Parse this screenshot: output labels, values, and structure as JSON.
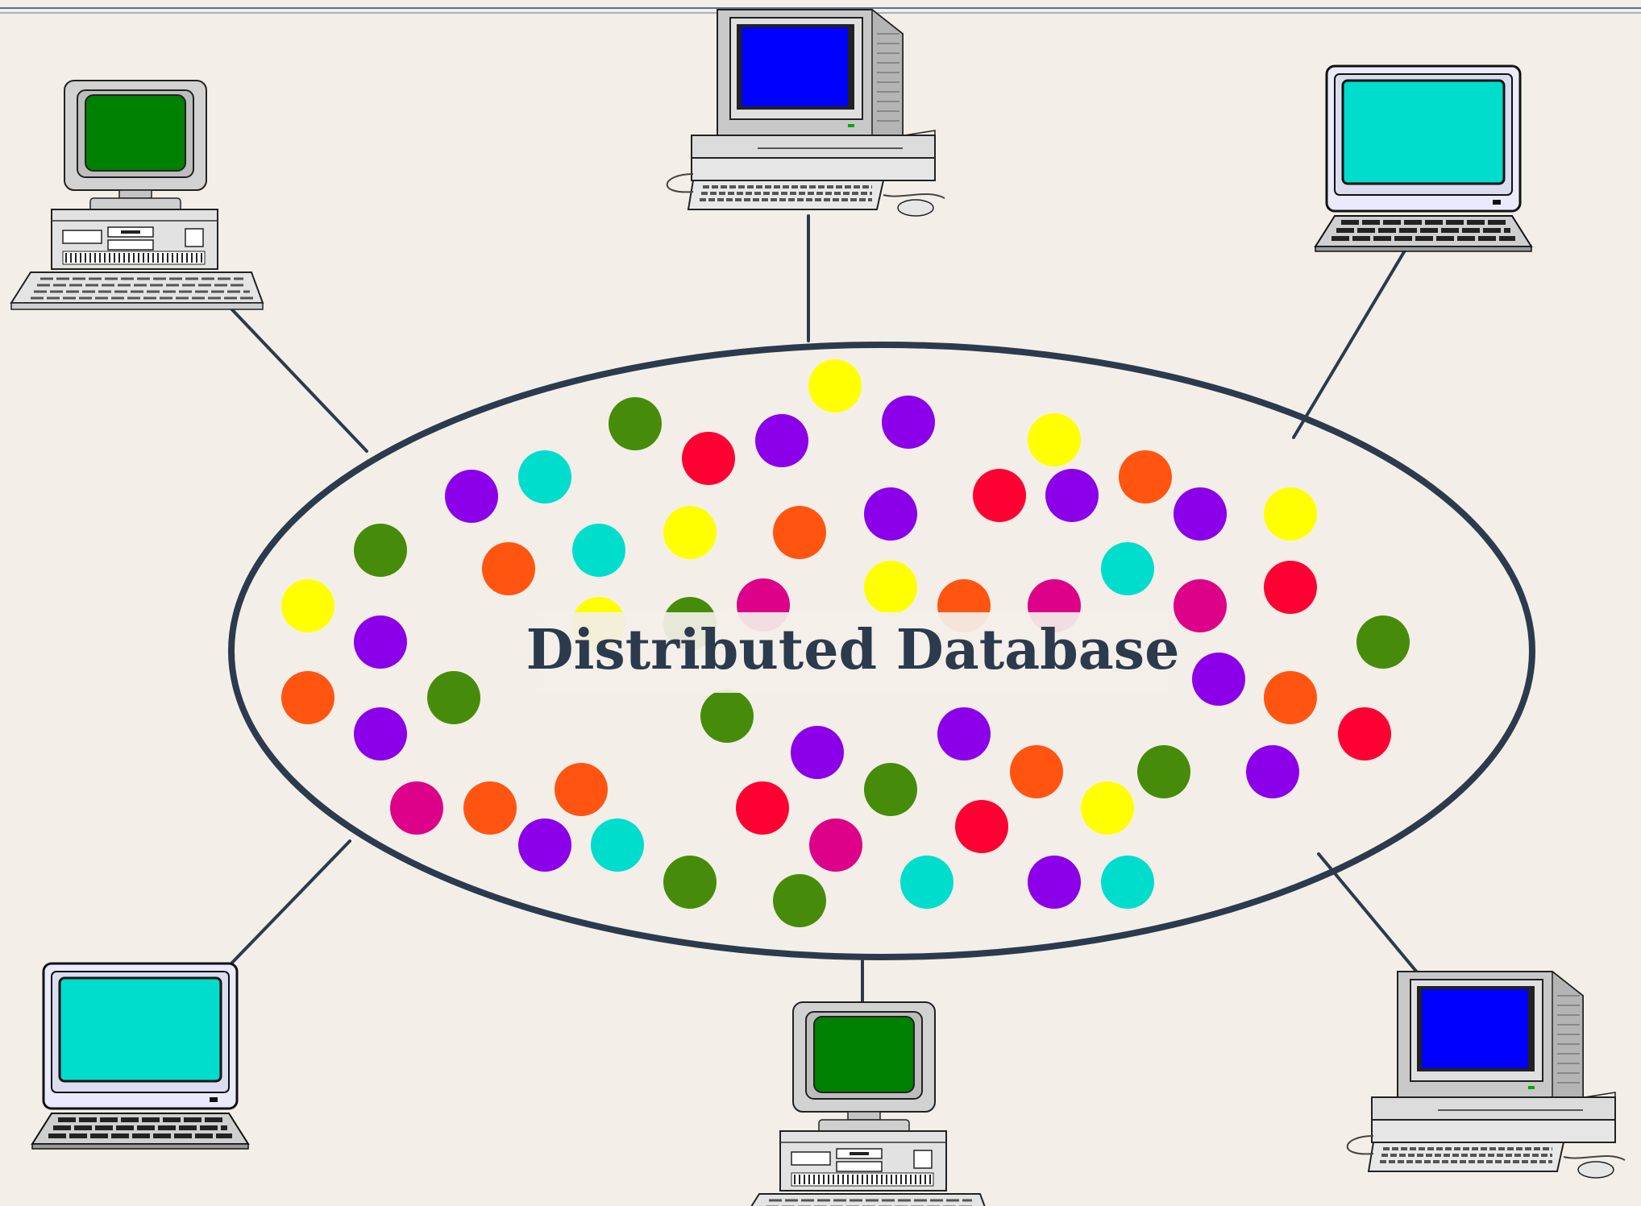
{
  "title": "Distributed Database",
  "colors": {
    "background": "#f3efe8",
    "line": "#2c3a4e",
    "ellipse_stroke": "#2c3a4e",
    "screen_green": "#008000",
    "screen_blue": "#0000ff",
    "screen_cyan": "#00ddcc",
    "dot_green": "#468c0a",
    "dot_purple": "#8b00e8",
    "dot_red": "#ff0033",
    "dot_cyan": "#00ddcc",
    "dot_yellow": "#ffff00",
    "dot_orange": "#ff5511",
    "dot_magenta": "#dd0088"
  },
  "nodes": [
    {
      "name": "computer-top-left",
      "style": "desktop-tower",
      "screen": "screen_green"
    },
    {
      "name": "computer-top-center",
      "style": "mac-desktop",
      "screen": "screen_blue"
    },
    {
      "name": "computer-top-right",
      "style": "monitor-keyboard",
      "screen": "screen_cyan"
    },
    {
      "name": "computer-bottom-left",
      "style": "monitor-keyboard",
      "screen": "screen_cyan"
    },
    {
      "name": "computer-bottom-center",
      "style": "desktop-tower",
      "screen": "screen_green"
    },
    {
      "name": "computer-bottom-right",
      "style": "mac-desktop",
      "screen": "screen_blue"
    }
  ]
}
